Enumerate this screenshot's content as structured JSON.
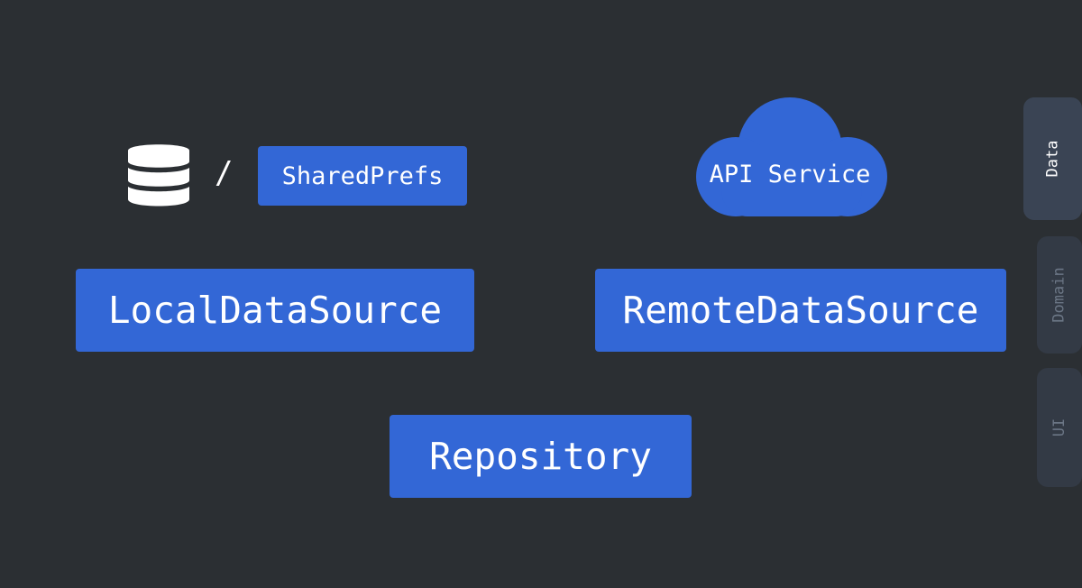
{
  "diagram": {
    "storage": {
      "separator": "/",
      "shared_prefs": "SharedPrefs"
    },
    "remote": {
      "api_service": "API Service"
    },
    "local_data_source": "LocalDataSource",
    "remote_data_source": "RemoteDataSource",
    "repository": "Repository"
  },
  "layer_tabs": {
    "data": "Data",
    "domain": "Domain",
    "ui": "UI",
    "active": "Data"
  },
  "colors": {
    "background": "#2b2f33",
    "box": "#3367d6",
    "text": "#ffffff",
    "tab_active": "#3a4454",
    "tab_inactive": "#333a45",
    "tab_inactive_text": "#6b7685"
  },
  "icons": {
    "database": "database-icon",
    "cloud": "cloud-icon"
  }
}
